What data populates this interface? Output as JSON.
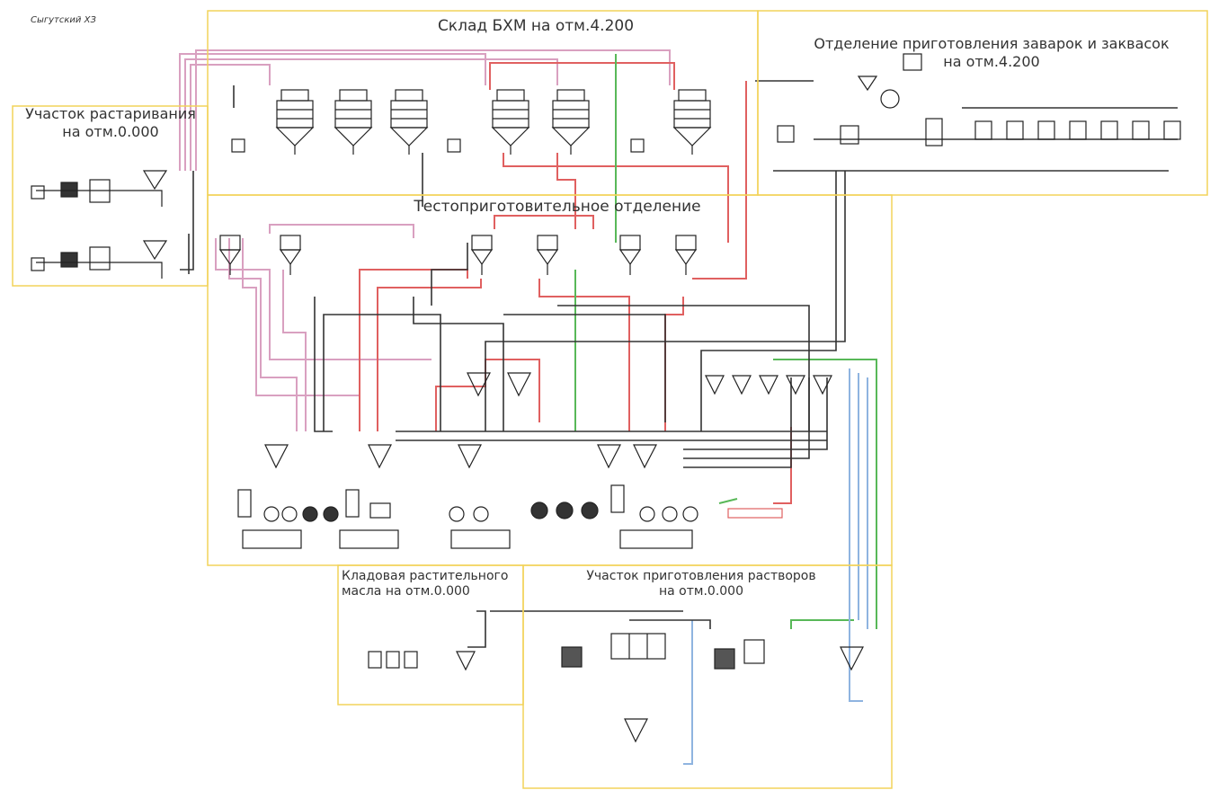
{
  "diagram": {
    "corner_label": "Сыгутский ХЗ",
    "zones": {
      "sklad": "Склад БХМ на отм.4.200",
      "zavarki_line1": "Отделение приготовления заварок и заквасок",
      "zavarki_line2": "на отм.4.200",
      "rastar_line1": "Участок растаривания",
      "rastar_line2": "на отм.0.000",
      "testo": "Тестоприготовительное отделение",
      "maslo_line1": "Кладовая растительного",
      "maslo_line2": "масла на отм.0.000",
      "rastvor_line1": "Участок приготовления растворов",
      "rastvor_line2": "на отм.0.000"
    },
    "colors": {
      "frame": "#f2d35a",
      "pipe_red": "#e06060",
      "pipe_pink": "#d9a0c0",
      "pipe_green": "#58b858",
      "pipe_blue": "#8fb4e0",
      "equipment": "#222222"
    }
  }
}
